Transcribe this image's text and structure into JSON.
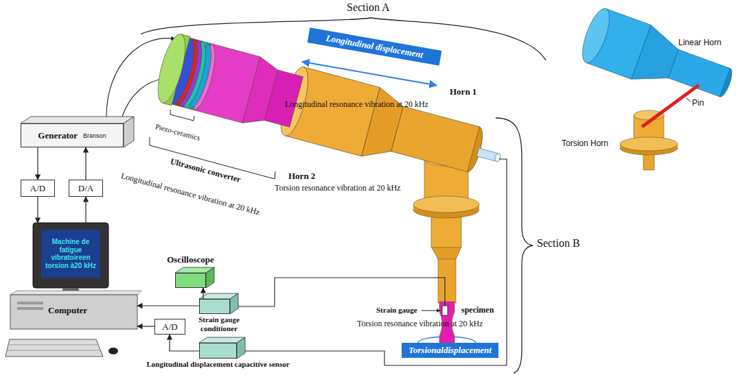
{
  "diagram": {
    "nodes": [
      {
        "text": [
          "Longitudinal displacement"
        ]
      },
      {
        "text": [
          "Generator",
          "Branson"
        ]
      },
      {
        "text": [
          "A/D"
        ]
      },
      {
        "text": [
          "D/A"
        ]
      },
      {
        "text": [
          "Machine de fatigue vibratoireen torsion à20 kHz",
          "Computer"
        ]
      },
      {
        "text": [
          "Oscilloscope"
        ]
      },
      {
        "text": [
          "Strain gauge conditioner"
        ]
      },
      {
        "text": [
          "A/D"
        ]
      },
      {
        "text": [
          "Torsionaldisplacement"
        ]
      },
      {
        "text": [
          "Longitudinal displacement capacitive sensor"
        ]
      }
    ],
    "edges": [
      {
        "from": 1,
        "to": 2,
        "arrow": "to"
      },
      {
        "from": 3,
        "to": 1,
        "arrow": "to"
      },
      {
        "from": 4,
        "to": 3,
        "arrow": "to"
      },
      {
        "from": 2,
        "to": 4,
        "arrow": "to"
      },
      {
        "from": 6,
        "to": 5,
        "arrow": "to"
      },
      {
        "from": 6,
        "to": 4,
        "arrow": "to"
      },
      {
        "from": 9,
        "to": 7,
        "arrow": "to"
      },
      {
        "from": 7,
        "to": 4,
        "arrow": "to"
      }
    ],
    "labels": [
      "Section A",
      "Horn 1",
      "Longitudinal resonance vibration at 20 kHz",
      "Piezo-ceramics",
      "Ultrasonic converter",
      "Longitudinal resonance vibration at 20 kHz",
      "Horn 2",
      "Torsion resonance vibration at 20 kHz",
      "Section B",
      "Strain gauge",
      "specimen",
      "Torsion resonance vibration at 20 kHz",
      "Linear Horn",
      "Pin",
      "Torsion Horn"
    ]
  }
}
